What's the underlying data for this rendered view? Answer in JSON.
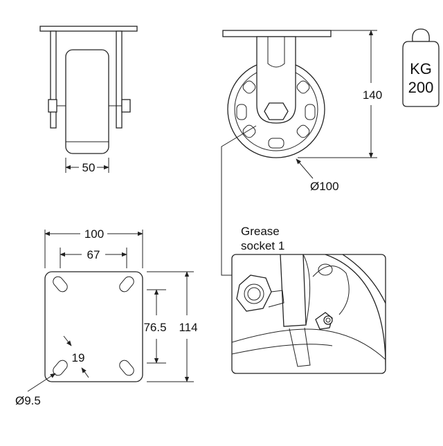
{
  "labels": {
    "wheel_width": "50",
    "wheel_height": "140",
    "wheel_diameter": "Ø100",
    "plate_width": "100",
    "hole_spacing_x": "67",
    "hole_spacing_y": "76.5",
    "plate_length": "114",
    "slot_length": "19",
    "hole_diameter": "Ø9.5",
    "grease_line1": "Grease",
    "grease_line2": "socket 1",
    "load_unit": "KG",
    "load_value": "200"
  }
}
